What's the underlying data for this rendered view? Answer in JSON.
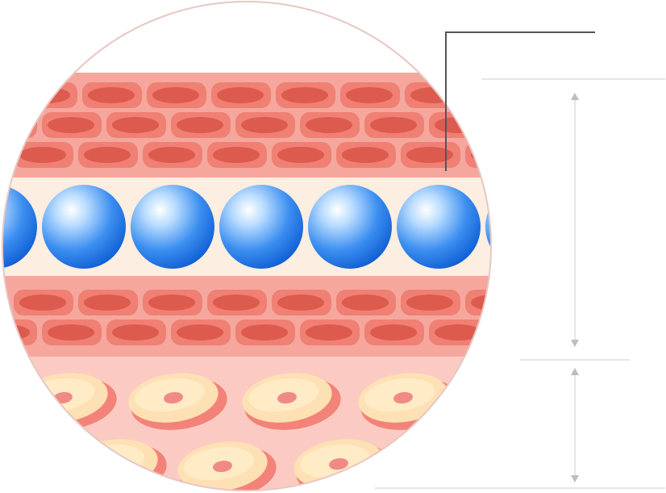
{
  "diagram": {
    "title": "",
    "labels": [],
    "colors": {
      "background": "#ffffff",
      "circle_outline": "#e7c7c3",
      "muscle_band": "#f5a79d",
      "muscle_cell": "#ef8073",
      "muscle_nucleus": "#dd5a4e",
      "lumen": "#fdeee2",
      "blood_cell_light": "#dbeeff",
      "blood_cell_dark": "#1565d8",
      "tissue_background": "#fbcbc3",
      "tissue_cell_body": "#fde0b3",
      "tissue_cell_edge": "#f1756b",
      "tissue_nucleus": "#f08a86",
      "leader_line": "#555555",
      "guide_line": "#cccccc"
    },
    "layers": [
      "muscle-layer-upper",
      "lumen-with-blood-cells",
      "muscle-layer-lower",
      "connective-tissue-layer"
    ],
    "blood_cell_count_visible": 6,
    "annotations": {
      "leader_pointer": "upper-muscle-layer",
      "bracket_upper": "vessel-wall-and-lumen",
      "bracket_lower": "connective-tissue"
    }
  }
}
